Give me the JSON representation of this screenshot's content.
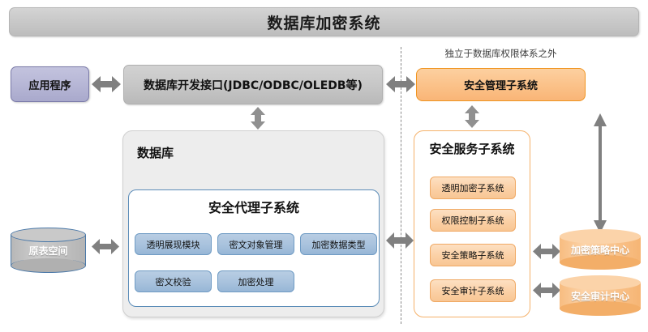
{
  "diagram": {
    "title": "数据库加密系统",
    "left_zone": {
      "application": "应用程序",
      "api_layer": "数据库开发接口(JDBC/ODBC/OLEDB等)",
      "database_title": "数据库",
      "tablespace": "原表空间",
      "agent_subsystem": {
        "title": "安全代理子系统",
        "modules": [
          "透明展现模块",
          "密文对象管理",
          "加密数据类型",
          "密文校验",
          "加密处理"
        ]
      }
    },
    "right_zone": {
      "independence_note": "独立于数据库权限体系之外",
      "security_manager": "安全管理子系统",
      "service_subsystem": {
        "title": "安全服务子系统",
        "modules": [
          "透明加密子系统",
          "权限控制子系统",
          "安全策略子系统",
          "安全审计子系统"
        ]
      },
      "stores": [
        "加密策略中心",
        "安全审计中心"
      ]
    },
    "arrows": {
      "app_to_api": "double-arrow-horizontal",
      "api_to_secmgr": "double-arrow-horizontal",
      "api_to_database": "double-arrow-vertical",
      "secmgr_to_service": "double-arrow-vertical",
      "tablespace_to_database": "double-arrow-horizontal",
      "database_to_service": "double-arrow-horizontal",
      "secmgr_to_stores": "double-arrow-vertical-long",
      "policy_link": "double-arrow-horizontal",
      "audit_link": "double-arrow-horizontal"
    },
    "colors": {
      "title_bar": "#c9c9c9",
      "application": "#b7b7d6",
      "api_layer": "#c7c7c7",
      "security_orange": "#fbc188",
      "module_blue": "#a8c2dd",
      "module_orange": "#fbd0a5",
      "divider": "#8a8a8a",
      "arrow": "#808080"
    }
  }
}
